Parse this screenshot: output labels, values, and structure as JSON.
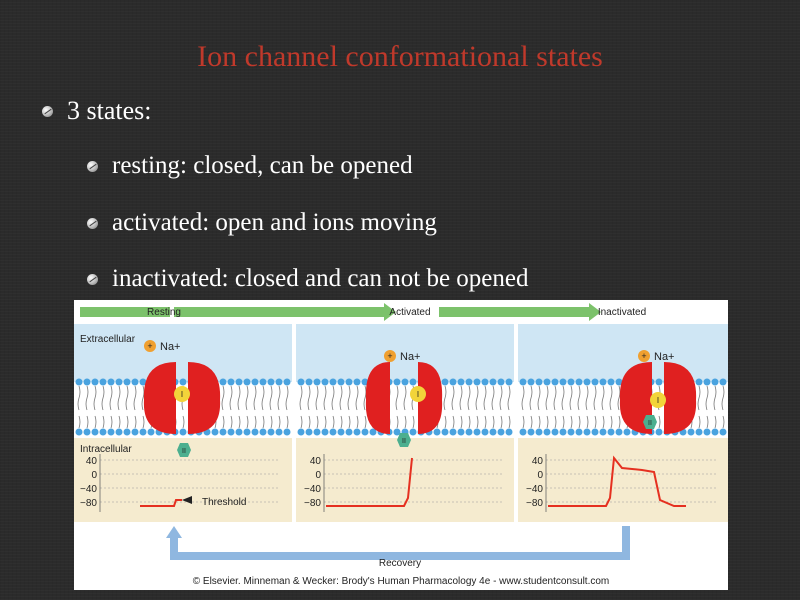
{
  "slide": {
    "title": "Ion channel conformational states",
    "bullets": [
      "3 states:",
      "resting: closed, can be opened",
      "activated: open and ions moving",
      "inactivated: closed and can not be opened"
    ]
  },
  "figure": {
    "state_labels": [
      "Resting",
      "Activated",
      "Inactivated"
    ],
    "extracellular_label": "Extracellular",
    "intracellular_label": "Intracellular",
    "ion_label": "Na",
    "ion_charge": "+",
    "gate_labels": [
      "I",
      "II"
    ],
    "voltage_ticks": [
      "40",
      "0",
      "−40",
      "−80"
    ],
    "threshold_label": "Threshold",
    "recovery_label": "Recovery",
    "copyright": "© Elsevier. Minneman & Wecker: Brody's Human Pharmacology 4e - www.studentconsult.com",
    "colors": {
      "membrane_blue": "#4aa3df",
      "extracellular_bg": "#cfe6f4",
      "intracellular_bg": "#f5ebcf",
      "channel_red": "#e02020",
      "gate_yellow": "#f2d43a",
      "gate_green": "#4caf8f",
      "arrow_green": "#7cc26b",
      "arrow_blue": "#8fb7e0",
      "trace_red": "#e53020"
    }
  }
}
